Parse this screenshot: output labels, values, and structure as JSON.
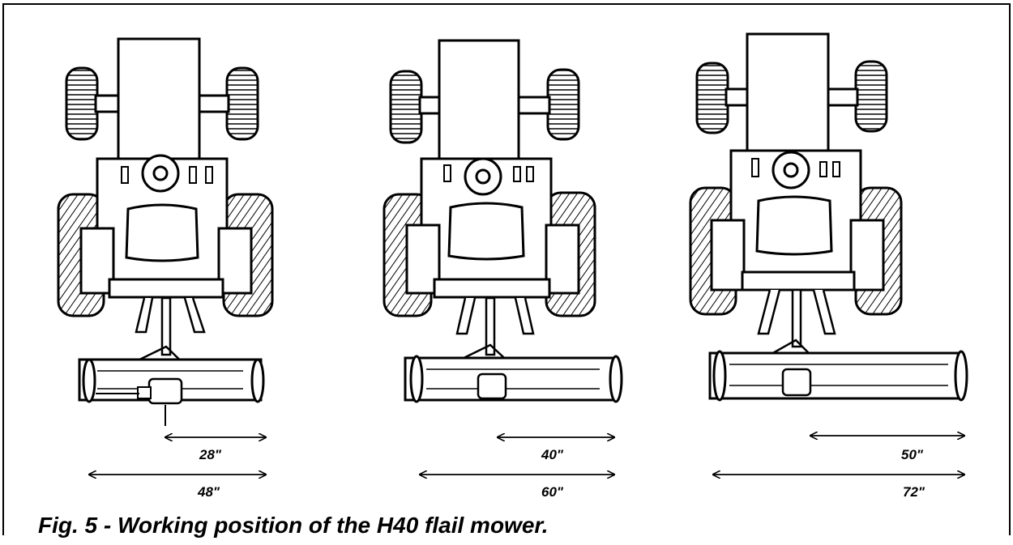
{
  "figure": {
    "caption": "Fig. 5 - Working position of the H40 flail mower.",
    "panels": [
      {
        "offset_label": "28\"",
        "width_label": "48\""
      },
      {
        "offset_label": "40\"",
        "width_label": "60\""
      },
      {
        "offset_label": "50\"",
        "width_label": "72\""
      }
    ]
  }
}
